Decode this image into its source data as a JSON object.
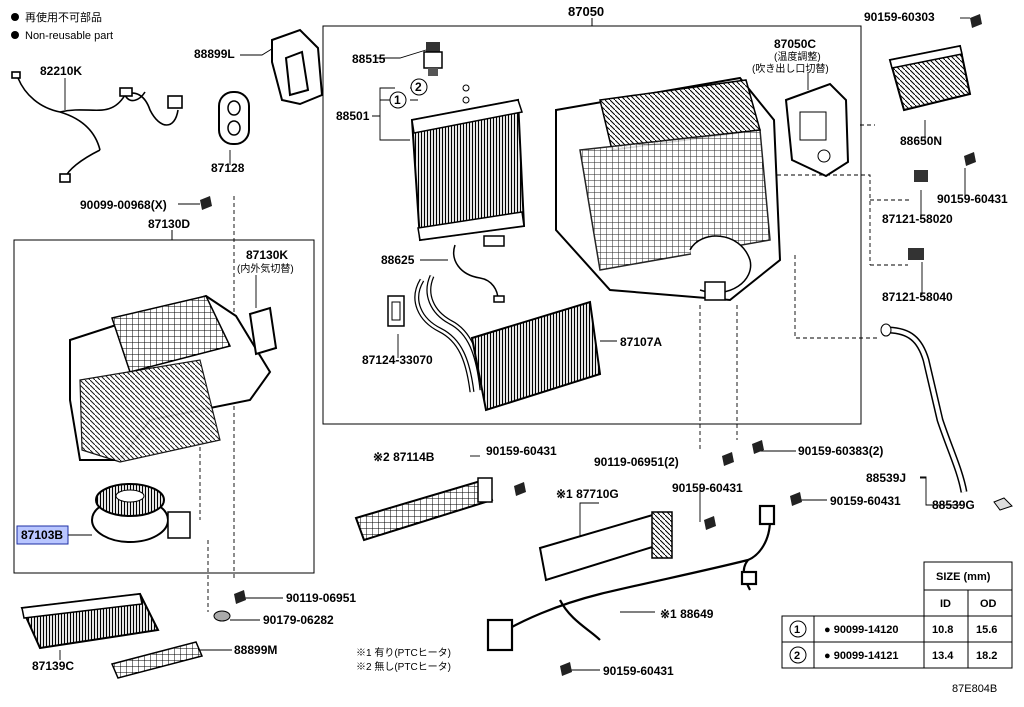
{
  "legend": {
    "items": [
      {
        "symbol": "●",
        "text": "再使用不可部品"
      },
      {
        "symbol": "●",
        "text": "Non-reusable part"
      }
    ]
  },
  "parts": {
    "p87050": "87050",
    "p87050C": "87050C",
    "p87050C_jp1": "(温度調整)",
    "p87050C_jp2": "(吹き出し口切替)",
    "p88515": "88515",
    "p88501": "88501",
    "p88625": "88625",
    "p87124": "87124-33070",
    "p87107A": "87107A",
    "p82210K": "82210K",
    "p88899L": "88899L",
    "p87128": "87128",
    "p90099_00968": "90099-00968(X)",
    "p87130D": "87130D",
    "p87130K": "87130K",
    "p87130K_jp": "(内外気切替)",
    "p87103B": "87103B",
    "p90119_06951": "90119-06951",
    "p90179_06282": "90179-06282",
    "p87139C": "87139C",
    "p88899M": "88899M",
    "p90159_60303": "90159-60303",
    "p88650N": "88650N",
    "p87121_58020": "87121-58020",
    "p90159_60431a": "90159-60431",
    "p87121_58040": "87121-58040",
    "p87114B": "※2 87114B",
    "p90159_60431b": "90159-60431",
    "p90119_06951_2": "90119-06951(2)",
    "p90159_60383": "90159-60383(2)",
    "p88539J": "88539J",
    "p88539G": "88539G",
    "p87710G": "※1 87710G",
    "p90159_60431c": "90159-60431",
    "p90159_60431d": "90159-60431",
    "p88649": "※1 88649",
    "p90159_60431e": "90159-60431",
    "c1": "1",
    "c2": "2"
  },
  "notes": {
    "n1": "※1 有り(PTCヒータ)",
    "n2": "※2 無し(PTCヒータ)"
  },
  "size_table": {
    "title": "SIZE (mm)",
    "columns": [
      "ID",
      "OD"
    ],
    "rows": [
      {
        "idx": "1",
        "part": "● 90099-14120",
        "id": "10.8",
        "od": "15.6"
      },
      {
        "idx": "2",
        "part": "● 90099-14121",
        "id": "13.4",
        "od": "18.2"
      }
    ]
  },
  "diagram_code": "87E804B",
  "highlight_color": "#b9c6ff"
}
